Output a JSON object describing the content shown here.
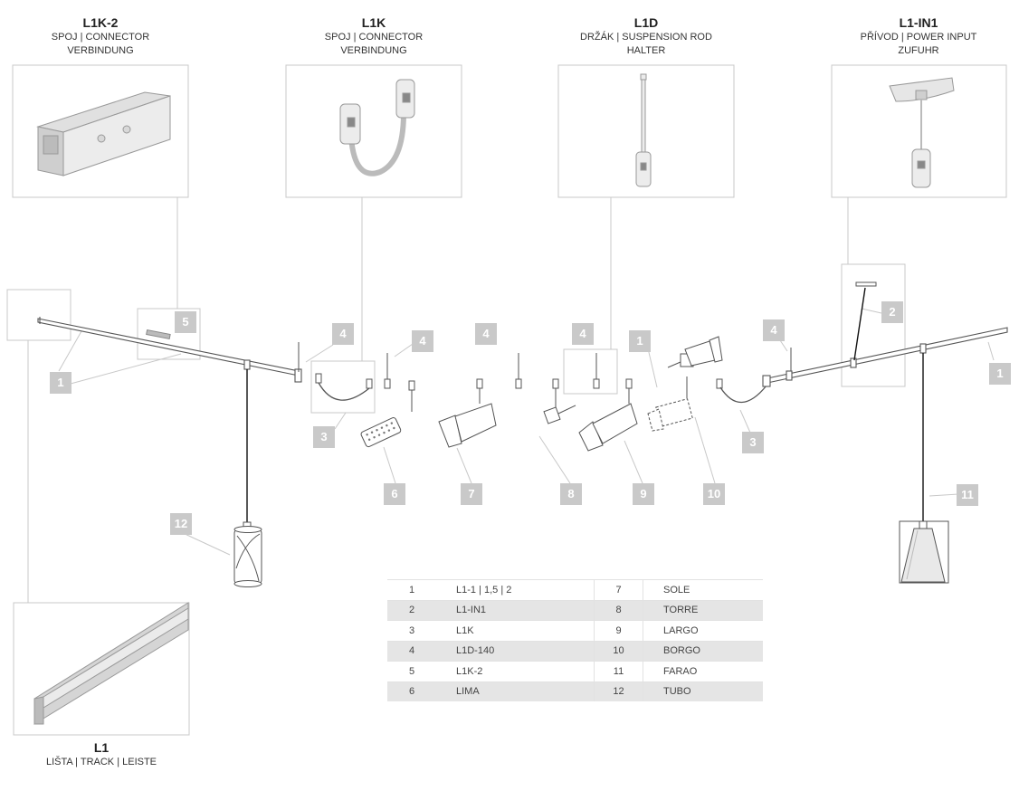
{
  "headers": [
    {
      "code": "L1K-2",
      "line1": "SPOJ | CONNECTOR",
      "line2": "VERBINDUNG"
    },
    {
      "code": "L1K",
      "line1": "SPOJ | CONNECTOR",
      "line2": "VERBINDUNG"
    },
    {
      "code": "L1D",
      "line1": "DRŽÁK | SUSPENSION ROD",
      "line2": "HALTER"
    },
    {
      "code": "L1-IN1",
      "line1": "PŘÍVOD | POWER INPUT",
      "line2": "ZUFUHR"
    }
  ],
  "track_label": {
    "code": "L1",
    "line1": "LIŠTA | TRACK | LEISTE"
  },
  "callouts": [
    "5",
    "4",
    "4",
    "4",
    "4",
    "1",
    "4",
    "2",
    "1",
    "1",
    "3",
    "3",
    "6",
    "7",
    "8",
    "9",
    "10",
    "11",
    "12"
  ],
  "parts_table": [
    {
      "n1": "1",
      "name1": "L1-1 | 1,5 | 2",
      "n2": "7",
      "name2": "SOLE"
    },
    {
      "n1": "2",
      "name1": "L1-IN1",
      "n2": "8",
      "name2": "TORRE"
    },
    {
      "n1": "3",
      "name1": "L1K",
      "n2": "9",
      "name2": "LARGO"
    },
    {
      "n1": "4",
      "name1": "L1D-140",
      "n2": "10",
      "name2": "BORGO"
    },
    {
      "n1": "5",
      "name1": "L1K-2",
      "n2": "11",
      "name2": "FARAO"
    },
    {
      "n1": "6",
      "name1": "LIMA",
      "n2": "12",
      "name2": "TUBO"
    }
  ],
  "colors": {
    "badge": "#c9c9c9",
    "line": "#bdbdbd",
    "ink": "#333333",
    "shade": "#e5e5e5"
  }
}
